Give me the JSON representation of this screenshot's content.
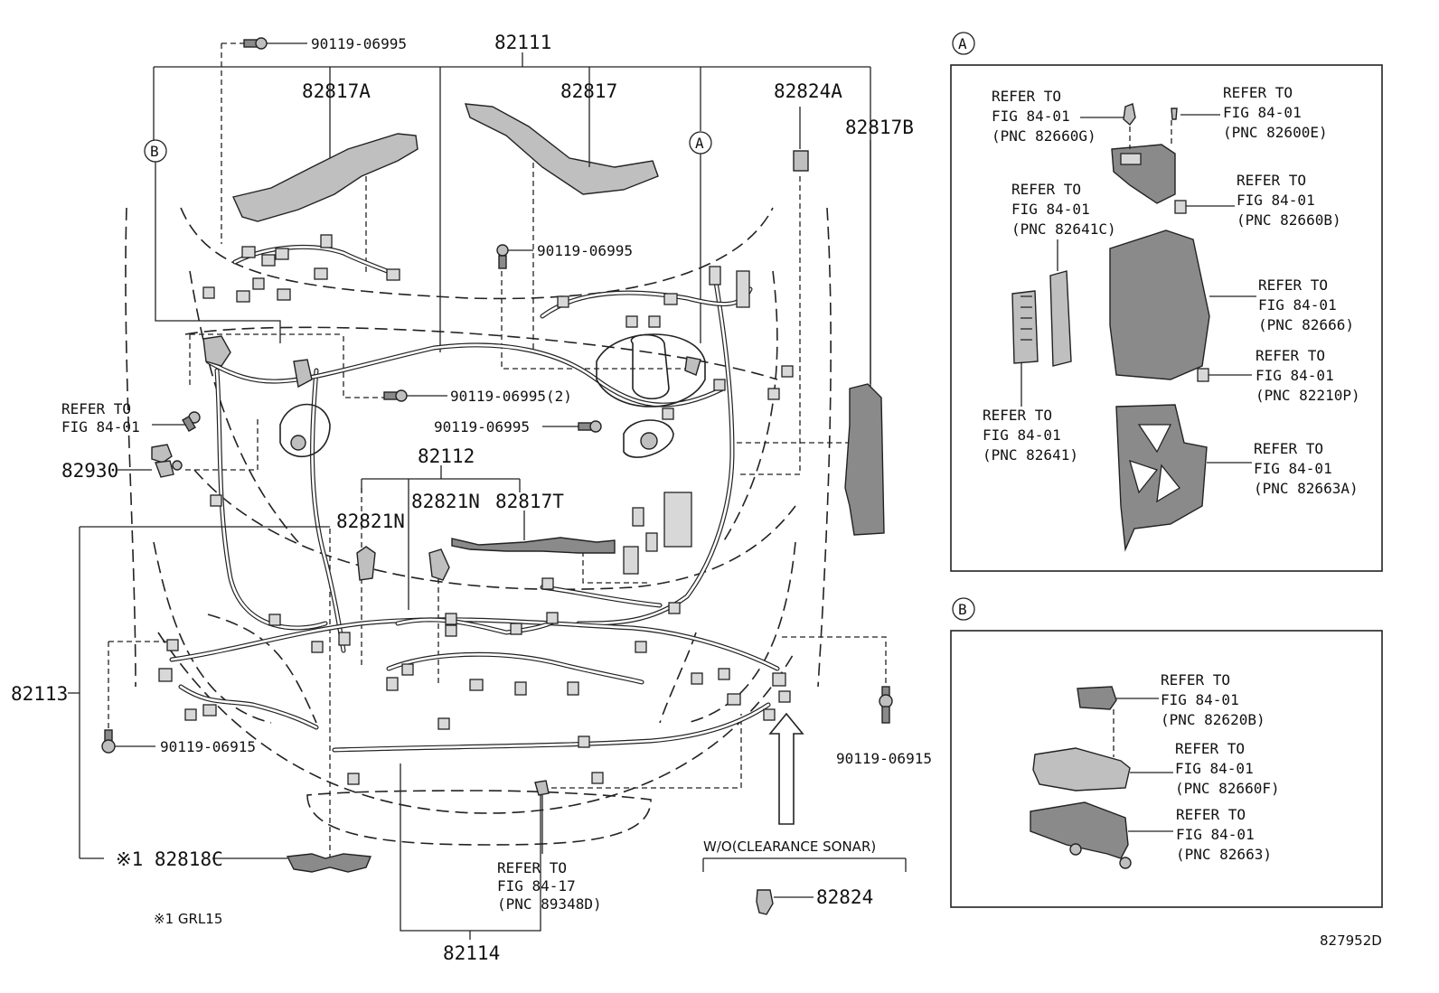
{
  "labels": {
    "top_harness": "82111",
    "bolt_top": "90119-06995",
    "part_82817A": "82817A",
    "part_82817": "82817",
    "part_82824A": "82824A",
    "part_82817B": "82817B",
    "bolt_mid": "90119-06995",
    "bolt_mid2": "90119-06995(2)",
    "bolt_mid3": "90119-06995",
    "refer_left_1": "REFER TO",
    "refer_left_2": "FIG 84-01",
    "part_82930": "82930",
    "part_82112": "82112",
    "part_82821N_a": "82821N",
    "part_82821N_b": "82821N",
    "part_82817T": "82817T",
    "part_82113": "82113",
    "bolt_low_left": "90119-06915",
    "bolt_low_right": "90119-06915",
    "part_82818C": "※1 82818C",
    "refer_bottom_1": "REFER TO",
    "refer_bottom_2": "FIG 84-17",
    "refer_bottom_3": "(PNC 89348D)",
    "wo_sonar": "W/O(CLEARANCE SONAR)",
    "part_82824": "82824",
    "part_82114": "82114",
    "footnote": "※1 GRL15",
    "fig_code": "827952D",
    "marker_A": "A",
    "marker_B": "B"
  },
  "inset_A": {
    "marker": "A",
    "refs": [
      {
        "l1": "REFER TO",
        "l2": "FIG 84-01",
        "l3": "(PNC 82660G)"
      },
      {
        "l1": "REFER TO",
        "l2": "FIG 84-01",
        "l3": "(PNC 82600E)"
      },
      {
        "l1": "REFER TO",
        "l2": "FIG 84-01",
        "l3": "(PNC 82660B)"
      },
      {
        "l1": "REFER TO",
        "l2": "FIG 84-01",
        "l3": "(PNC 82641C)"
      },
      {
        "l1": "REFER TO",
        "l2": "FIG 84-01",
        "l3": "(PNC 82666)"
      },
      {
        "l1": "REFER TO",
        "l2": "FIG 84-01",
        "l3": "(PNC 82210P)"
      },
      {
        "l1": "REFER TO",
        "l2": "FIG 84-01",
        "l3": "(PNC 82641)"
      },
      {
        "l1": "REFER TO",
        "l2": "FIG 84-01",
        "l3": "(PNC 82663A)"
      }
    ]
  },
  "inset_B": {
    "marker": "B",
    "refs": [
      {
        "l1": "REFER TO",
        "l2": "FIG 84-01",
        "l3": "(PNC 82620B)"
      },
      {
        "l1": "REFER TO",
        "l2": "FIG 84-01",
        "l3": "(PNC 82660F)"
      },
      {
        "l1": "REFER TO",
        "l2": "FIG 84-01",
        "l3": "(PNC 82663)"
      }
    ]
  }
}
